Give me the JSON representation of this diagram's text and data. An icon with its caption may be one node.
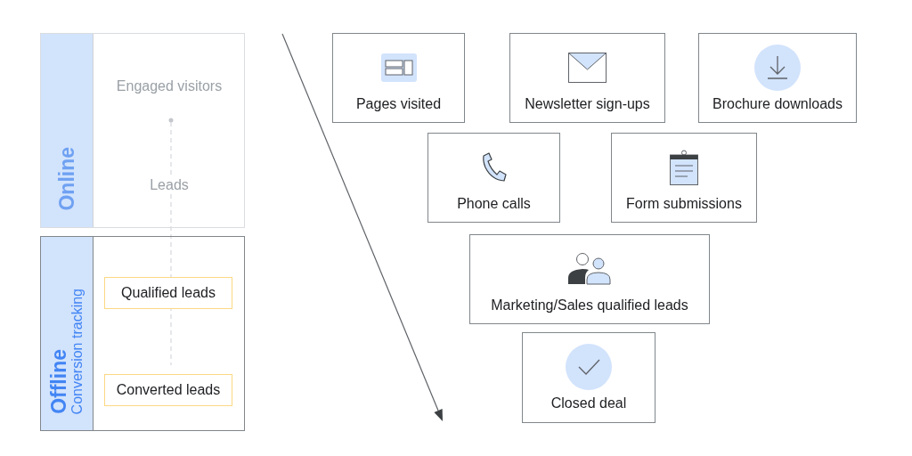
{
  "diagram": {
    "nodes": [
      {
        "text": [
          "Online"
        ]
      },
      {
        "text": [
          "Offline",
          "Conversion tracking"
        ]
      },
      {
        "text": [
          "Qualified leads"
        ],
        "in": 1
      },
      {
        "text": [
          "Converted leads"
        ],
        "in": 1
      },
      {
        "text": [
          "Pages visited"
        ]
      },
      {
        "text": [
          "Newsletter sign-ups"
        ]
      },
      {
        "text": [
          "Brochure downloads"
        ]
      },
      {
        "text": [
          "Phone calls"
        ]
      },
      {
        "text": [
          "Form submissions"
        ]
      },
      {
        "text": [
          "Marketing/Sales qualified leads"
        ]
      },
      {
        "text": [
          "Closed deal"
        ]
      }
    ],
    "labels": [
      "Engaged visitors",
      "Leads"
    ]
  }
}
